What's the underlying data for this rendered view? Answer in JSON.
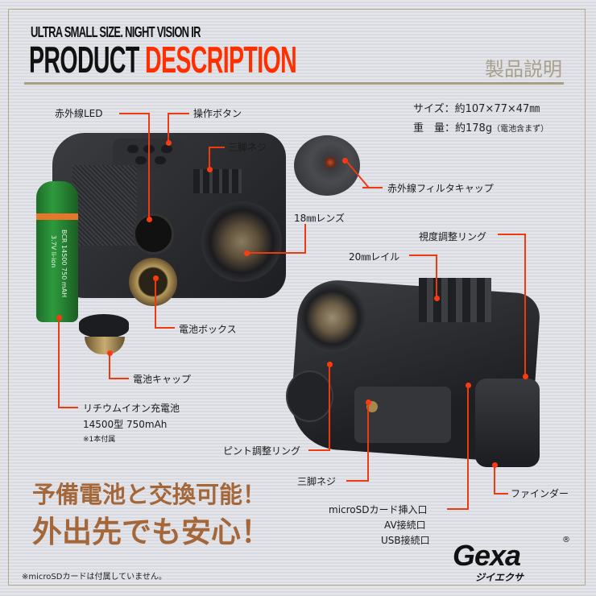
{
  "header": {
    "subtitle": "ULTRA SMALL SIZE. NIGHT VISION IR",
    "title_part1": "PRODUCT",
    "title_part2": "DESCRIPTION",
    "jp_title": "製品説明"
  },
  "specs": {
    "size_label": "サイズ：約107×77×47㎜",
    "weight_label": "重　量：約178g",
    "weight_note": "（電池含まず）"
  },
  "callouts": {
    "ir_led": "赤外線LED",
    "control_buttons": "操作ボタン",
    "tripod_screw_top": "三脚ネジ",
    "ir_filter_cap": "赤外線フィルタキャップ",
    "lens": "18㎜レンズ",
    "diopter_ring": "視度調整リング",
    "rail": "20㎜レイル",
    "battery_box": "電池ボックス",
    "battery_cap": "電池キャップ",
    "battery_line1": "リチウムイオン充電池",
    "battery_line2": "14500型 750mAh",
    "battery_line3": "※1本付属",
    "focus_ring": "ピント調整リング",
    "tripod_screw_bottom": "三脚ネジ",
    "viewfinder": "ファインダー",
    "port_microsd": "microSDカード挿入口",
    "port_av": "AV接続口",
    "port_usb": "USB接続口"
  },
  "battery_print": {
    "model": "BCR 14500 750 mAH",
    "voltage": "3.7V li-ion"
  },
  "tagline": {
    "line1": "予備電池と交換可能！",
    "line2": "外出先でも安心！"
  },
  "footnote": "※microSDカードは付属していません。",
  "brand": {
    "logo": "Gexa",
    "kana": "ジイエクサ",
    "registered": "®"
  },
  "colors": {
    "accent_red": "#ff3000",
    "callout_line": "#ee3a10",
    "tagline_brown": "#a4673a",
    "frame_tan": "#b3a78c"
  }
}
